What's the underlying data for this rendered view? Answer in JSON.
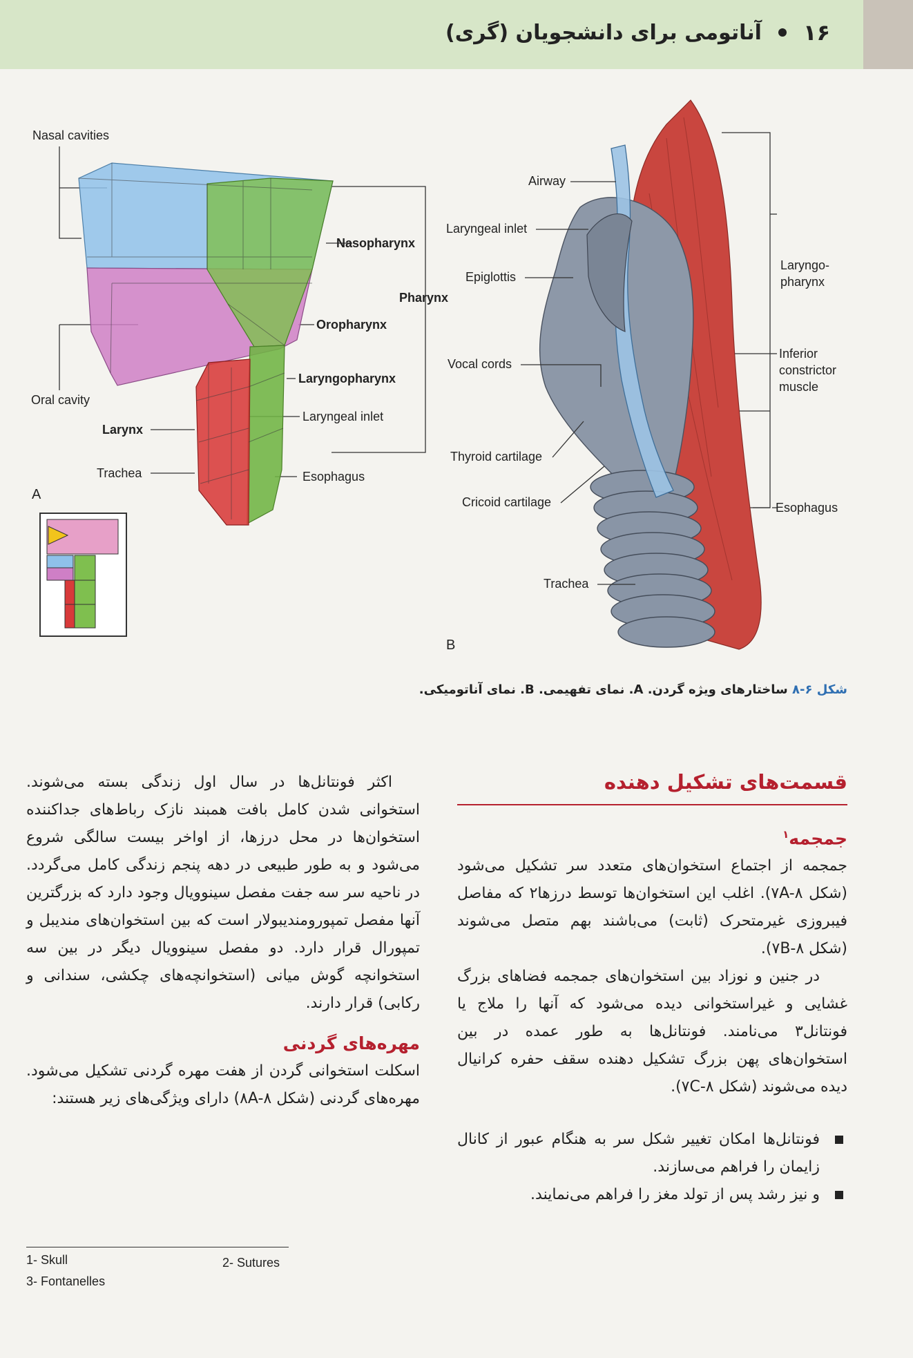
{
  "header": {
    "page_number": "۱۶",
    "book_title": "آناتومی برای دانشجویان (گری)"
  },
  "figure_a": {
    "panel_label": "A",
    "labels": {
      "nasal_cavities": "Nasal cavities",
      "nasopharynx": "Nasopharynx",
      "pharynx": "Pharynx",
      "oropharynx": "Oropharynx",
      "laryngopharynx": "Laryngopharynx",
      "oral_cavity": "Oral cavity",
      "larynx": "Larynx",
      "laryngeal_inlet": "Laryngeal inlet",
      "trachea": "Trachea",
      "esophagus": "Esophagus"
    },
    "colors": {
      "nasal": "#8fc1ea",
      "oral": "#cf7fc6",
      "pharynx": "#7fbf4f",
      "larynx": "#d83a3a",
      "inset_pink": "#e7a0c8",
      "inset_yellow": "#f2c41c"
    }
  },
  "figure_b": {
    "panel_label": "B",
    "labels": {
      "airway": "Airway",
      "laryngeal_inlet": "Laryngeal inlet",
      "epiglottis": "Epiglottis",
      "vocal_cords": "Vocal cords",
      "thyroid_cartilage": "Thyroid cartilage",
      "cricoid_cartilage": "Cricoid cartilage",
      "trachea": "Trachea",
      "laryngopharynx_1": "Laryngo-",
      "laryngopharynx_2": "pharynx",
      "inferior_1": "Inferior",
      "inferior_2": "constrictor",
      "inferior_3": "muscle",
      "esophagus": "Esophagus"
    },
    "colors": {
      "muscle": "#c9463f",
      "cartilage": "#8d98a8",
      "airway": "#9cc3e4"
    }
  },
  "caption": {
    "number": "شکل ۶-۸",
    "text": " ساختارهای ویژه گردن. A. نمای تفهیمی. B. نمای آناتومیکی."
  },
  "right_column": {
    "section_title": "قسمت‌های تشکیل دهنده",
    "skull_title": "جمجمه",
    "skull_sup": "۱",
    "para1": "جمجمه از اجتماع استخوان‌های متعدد سر تشکیل می‌شود (شکل ۷A-۸). اغلب این استخوان‌ها توسط درزها۲ که مفاصل فیبروزی غیرمتحرک (ثابت) می‌باشند بهم متصل می‌شوند (شکل ۷B-۸).",
    "para2": "در جنین و نوزاد بین استخوان‌های جمجمه فضاهای بزرگ غشایی و غیراستخوانی دیده می‌شود که آنها را ملاج یا فونتانل۳ می‌نامند. فونتانل‌ها به طور عمده در بین استخوان‌های پهن بزرگ تشکیل دهنده سقف حفره کرانیال دیده می‌شوند (شکل ۷C-۸).",
    "bullets": [
      "فونتانل‌ها امکان تغییر شکل سر به هنگام عبور از کانال زایمان را فراهم می‌سازند.",
      "و نیز رشد پس از تولد مغز را فراهم می‌نمایند."
    ]
  },
  "left_column": {
    "para1": "اکثر فونتانل‌ها در سال اول زندگی بسته می‌شوند. استخوانی شدن کامل بافت همبند نازک رباط‌های جداکننده استخوان‌ها در محل درزها، از اواخر بیست سالگی شروع می‌شود و به طور طبیعی در دهه پنجم زندگی کامل می‌گردد. در ناحیه سر سه جفت مفصل سینوویال وجود دارد که بزرگترین آنها مفصل تمپورومندیبولار است که بین استخوان‌های مندیبل و تمپورال قرار دارد. دو مفصل سینوویال دیگر در بین سه استخوانچه گوش میانی (استخوانچه‌های چکشی، سندانی و رکابی) قرار دارند.",
    "vertebrae_title": "مهره‌های گردنی",
    "para2": "اسکلت استخوانی گردن از هفت مهره گردنی تشکیل می‌شود. مهره‌های گردنی (شکل ۸A-۸) دارای ویژگی‌های زیر هستند:"
  },
  "footnotes": {
    "fn1": "1- Skull",
    "fn2": "2- Sutures",
    "fn3": "3- Fontanelles"
  }
}
